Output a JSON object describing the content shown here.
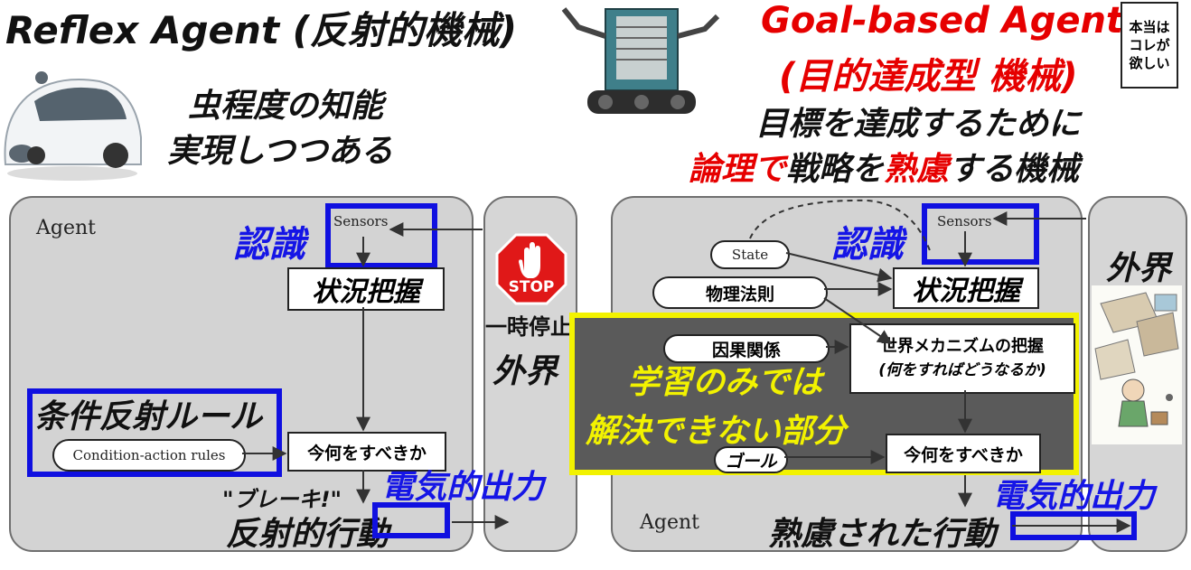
{
  "header_left": {
    "title": "Reflex Agent (反射的機械)",
    "subtitle_line1": "虫程度の知能",
    "subtitle_line2": "実現しつつある"
  },
  "header_right": {
    "title_line1": "Goal-based Agent",
    "title_line2": "(目的達成型 機械)",
    "note": [
      "本当は",
      "コレが",
      "欲しい"
    ],
    "desc_line1": "目標を達成するために",
    "desc_line2_parts": [
      "論理で",
      "戦略を",
      "熟慮",
      "する機械"
    ]
  },
  "left_diagram": {
    "agent_label": "Agent",
    "sensors": "Sensors",
    "recognition": "認識",
    "situation": "状況把握",
    "rule_frame_label": "条件反射ルール",
    "rules_pill": "Condition-action rules",
    "what_now": "今何をすべきか",
    "output_label": "電気的出力",
    "brake_quote": "\"ブレーキ!\"",
    "action": "反射的行動",
    "env_stop_sign": "STOP",
    "env_stop_caption": "一時停止",
    "env_label": "外界"
  },
  "right_diagram": {
    "agent_label": "Agent",
    "sensors": "Sensors",
    "recognition": "認識",
    "state": "State",
    "physics": "物理法則",
    "situation": "状況把握",
    "causality": "因果関係",
    "world_line1": "世界メカニズムの把握",
    "world_line2": "(何をすればどうなるか)",
    "learning_line1": "学習のみでは",
    "learning_line2": "解決できない部分",
    "goal": "ゴール",
    "what_now": "今何をすべきか",
    "output_label": "電気的出力",
    "action": "熟慮された行動",
    "env_label": "外界"
  },
  "colors": {
    "accent_blue": "#1515e6",
    "accent_red": "#e60000",
    "highlight_yellow": "#f2f200",
    "panel_gray": "#d3d3d3"
  }
}
